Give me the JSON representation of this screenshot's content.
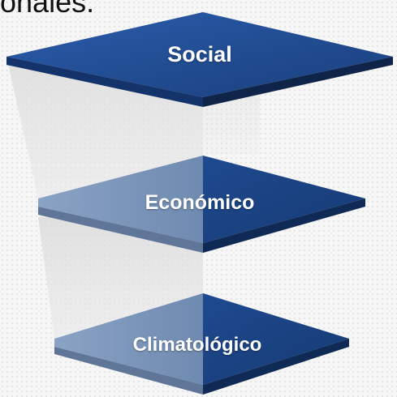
{
  "slide": {
    "heading": "onales."
  },
  "layers": [
    {
      "label": "Social"
    },
    {
      "label": "Económico"
    },
    {
      "label": "Climatológico"
    }
  ],
  "colors": {
    "dark_blue": "#1a3f7c",
    "mid_blue": "#24509a",
    "light_steel": "#7b95b8",
    "edge_dark": "#0e2448"
  }
}
